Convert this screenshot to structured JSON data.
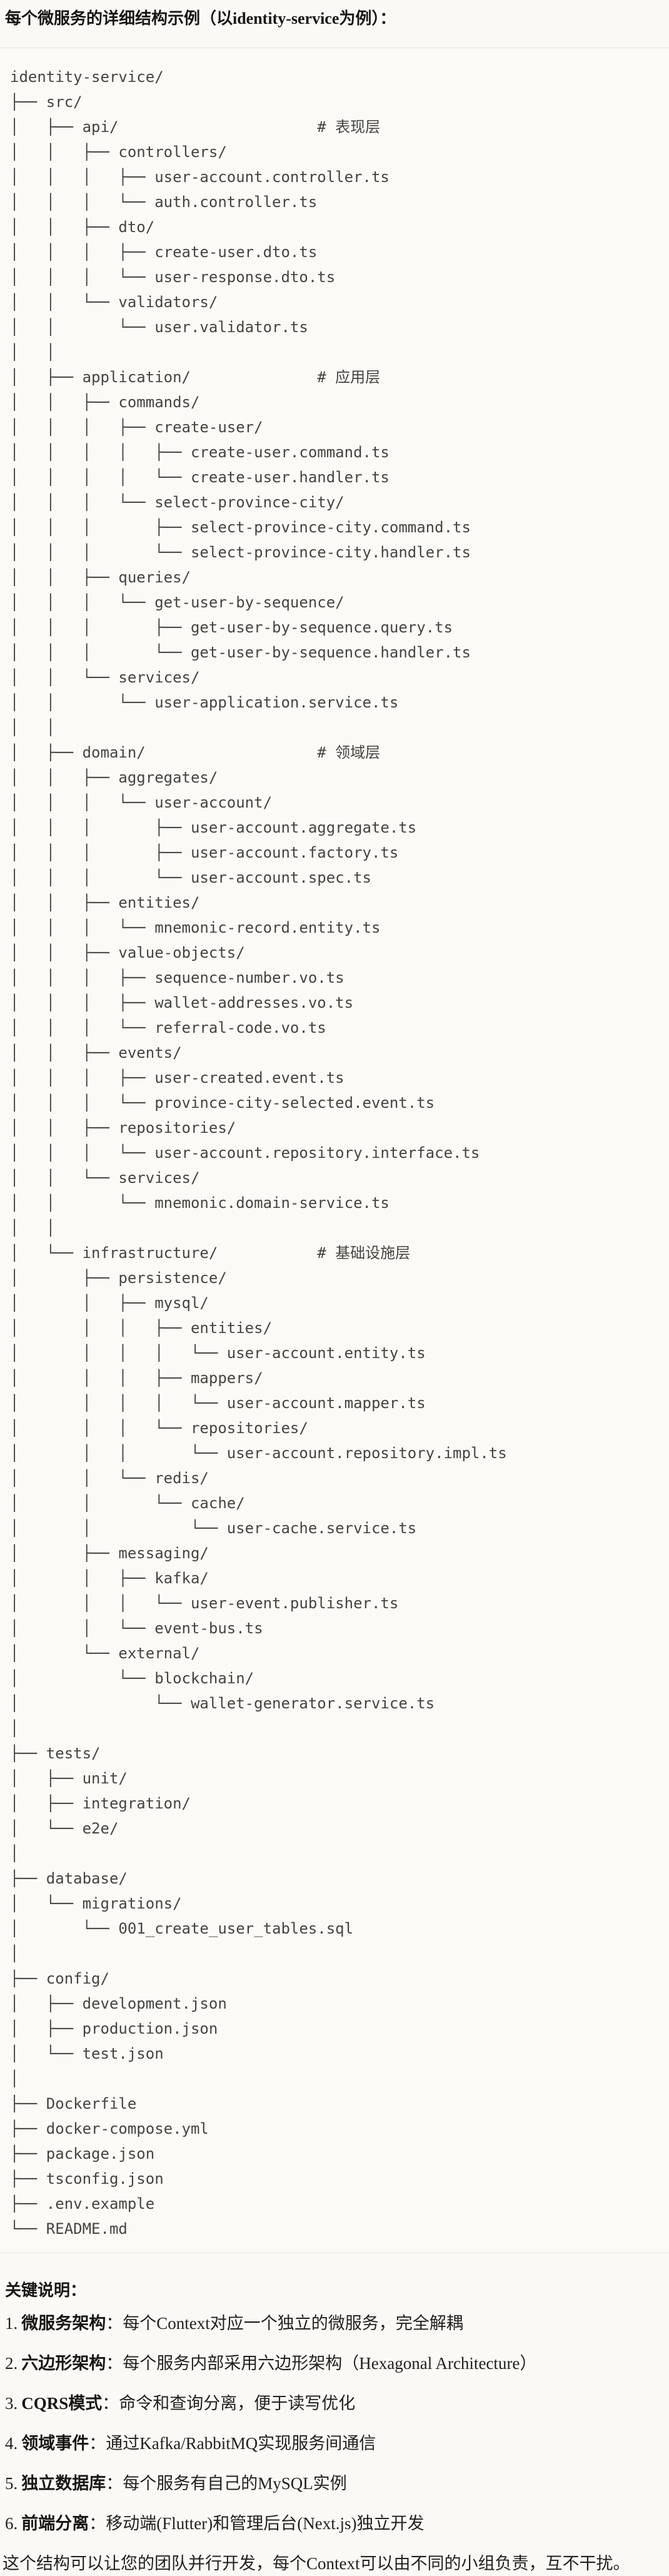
{
  "title": "每个微服务的详细结构示例（以identity-service为例）：",
  "code": {
    "tree": "identity-service/\n├── src/\n│   ├── api/                      # 表现层\n│   │   ├── controllers/\n│   │   │   ├── user-account.controller.ts\n│   │   │   └── auth.controller.ts\n│   │   ├── dto/\n│   │   │   ├── create-user.dto.ts\n│   │   │   └── user-response.dto.ts\n│   │   └── validators/\n│   │       └── user.validator.ts\n│   │\n│   ├── application/              # 应用层\n│   │   ├── commands/\n│   │   │   ├── create-user/\n│   │   │   │   ├── create-user.command.ts\n│   │   │   │   └── create-user.handler.ts\n│   │   │   └── select-province-city/\n│   │   │       ├── select-province-city.command.ts\n│   │   │       └── select-province-city.handler.ts\n│   │   ├── queries/\n│   │   │   └── get-user-by-sequence/\n│   │   │       ├── get-user-by-sequence.query.ts\n│   │   │       └── get-user-by-sequence.handler.ts\n│   │   └── services/\n│   │       └── user-application.service.ts\n│   │\n│   ├── domain/                   # 领域层\n│   │   ├── aggregates/\n│   │   │   └── user-account/\n│   │   │       ├── user-account.aggregate.ts\n│   │   │       ├── user-account.factory.ts\n│   │   │       └── user-account.spec.ts\n│   │   ├── entities/\n│   │   │   └── mnemonic-record.entity.ts\n│   │   ├── value-objects/\n│   │   │   ├── sequence-number.vo.ts\n│   │   │   ├── wallet-addresses.vo.ts\n│   │   │   └── referral-code.vo.ts\n│   │   ├── events/\n│   │   │   ├── user-created.event.ts\n│   │   │   └── province-city-selected.event.ts\n│   │   ├── repositories/\n│   │   │   └── user-account.repository.interface.ts\n│   │   └── services/\n│   │       └── mnemonic.domain-service.ts\n│   │\n│   └── infrastructure/           # 基础设施层\n│       ├── persistence/\n│       │   ├── mysql/\n│       │   │   ├── entities/\n│       │   │   │   └── user-account.entity.ts\n│       │   │   ├── mappers/\n│       │   │   │   └── user-account.mapper.ts\n│       │   │   └── repositories/\n│       │   │       └── user-account.repository.impl.ts\n│       │   └── redis/\n│       │       └── cache/\n│       │           └── user-cache.service.ts\n│       ├── messaging/\n│       │   ├── kafka/\n│       │   │   └── user-event.publisher.ts\n│       │   └── event-bus.ts\n│       └── external/\n│           └── blockchain/\n│               └── wallet-generator.service.ts\n│\n├── tests/\n│   ├── unit/\n│   ├── integration/\n│   └── e2e/\n│\n├── database/\n│   └── migrations/\n│       └── 001_create_user_tables.sql\n│\n├── config/\n│   ├── development.json\n│   ├── production.json\n│   └── test.json\n│\n├── Dockerfile\n├── docker-compose.yml\n├── package.json\n├── tsconfig.json\n├── .env.example\n└── README.md"
  },
  "notes": {
    "heading": "关键说明：",
    "items": [
      {
        "num": "1.",
        "label": "微服务架构",
        "colon": "：",
        "text": "每个Context对应一个独立的微服务，完全解耦"
      },
      {
        "num": "2.",
        "label": "六边形架构",
        "colon": "：",
        "text": "每个服务内部采用六边形架构（Hexagonal Architecture）"
      },
      {
        "num": "3.",
        "label": "CQRS模式",
        "colon": "：",
        "text": "命令和查询分离，便于读写优化"
      },
      {
        "num": "4.",
        "label": "领域事件",
        "colon": "：",
        "text": "通过Kafka/RabbitMQ实现服务间通信"
      },
      {
        "num": "5.",
        "label": "独立数据库",
        "colon": "：",
        "text": "每个服务有自己的MySQL实例"
      },
      {
        "num": "6.",
        "label": "前端分离",
        "colon": "：",
        "text": "移动端(Flutter)和管理后台(Next.js)独立开发"
      }
    ]
  },
  "footer": "这个结构可以让您的团队并行开发，每个Context可以由不同的小组负责，互不干扰。"
}
